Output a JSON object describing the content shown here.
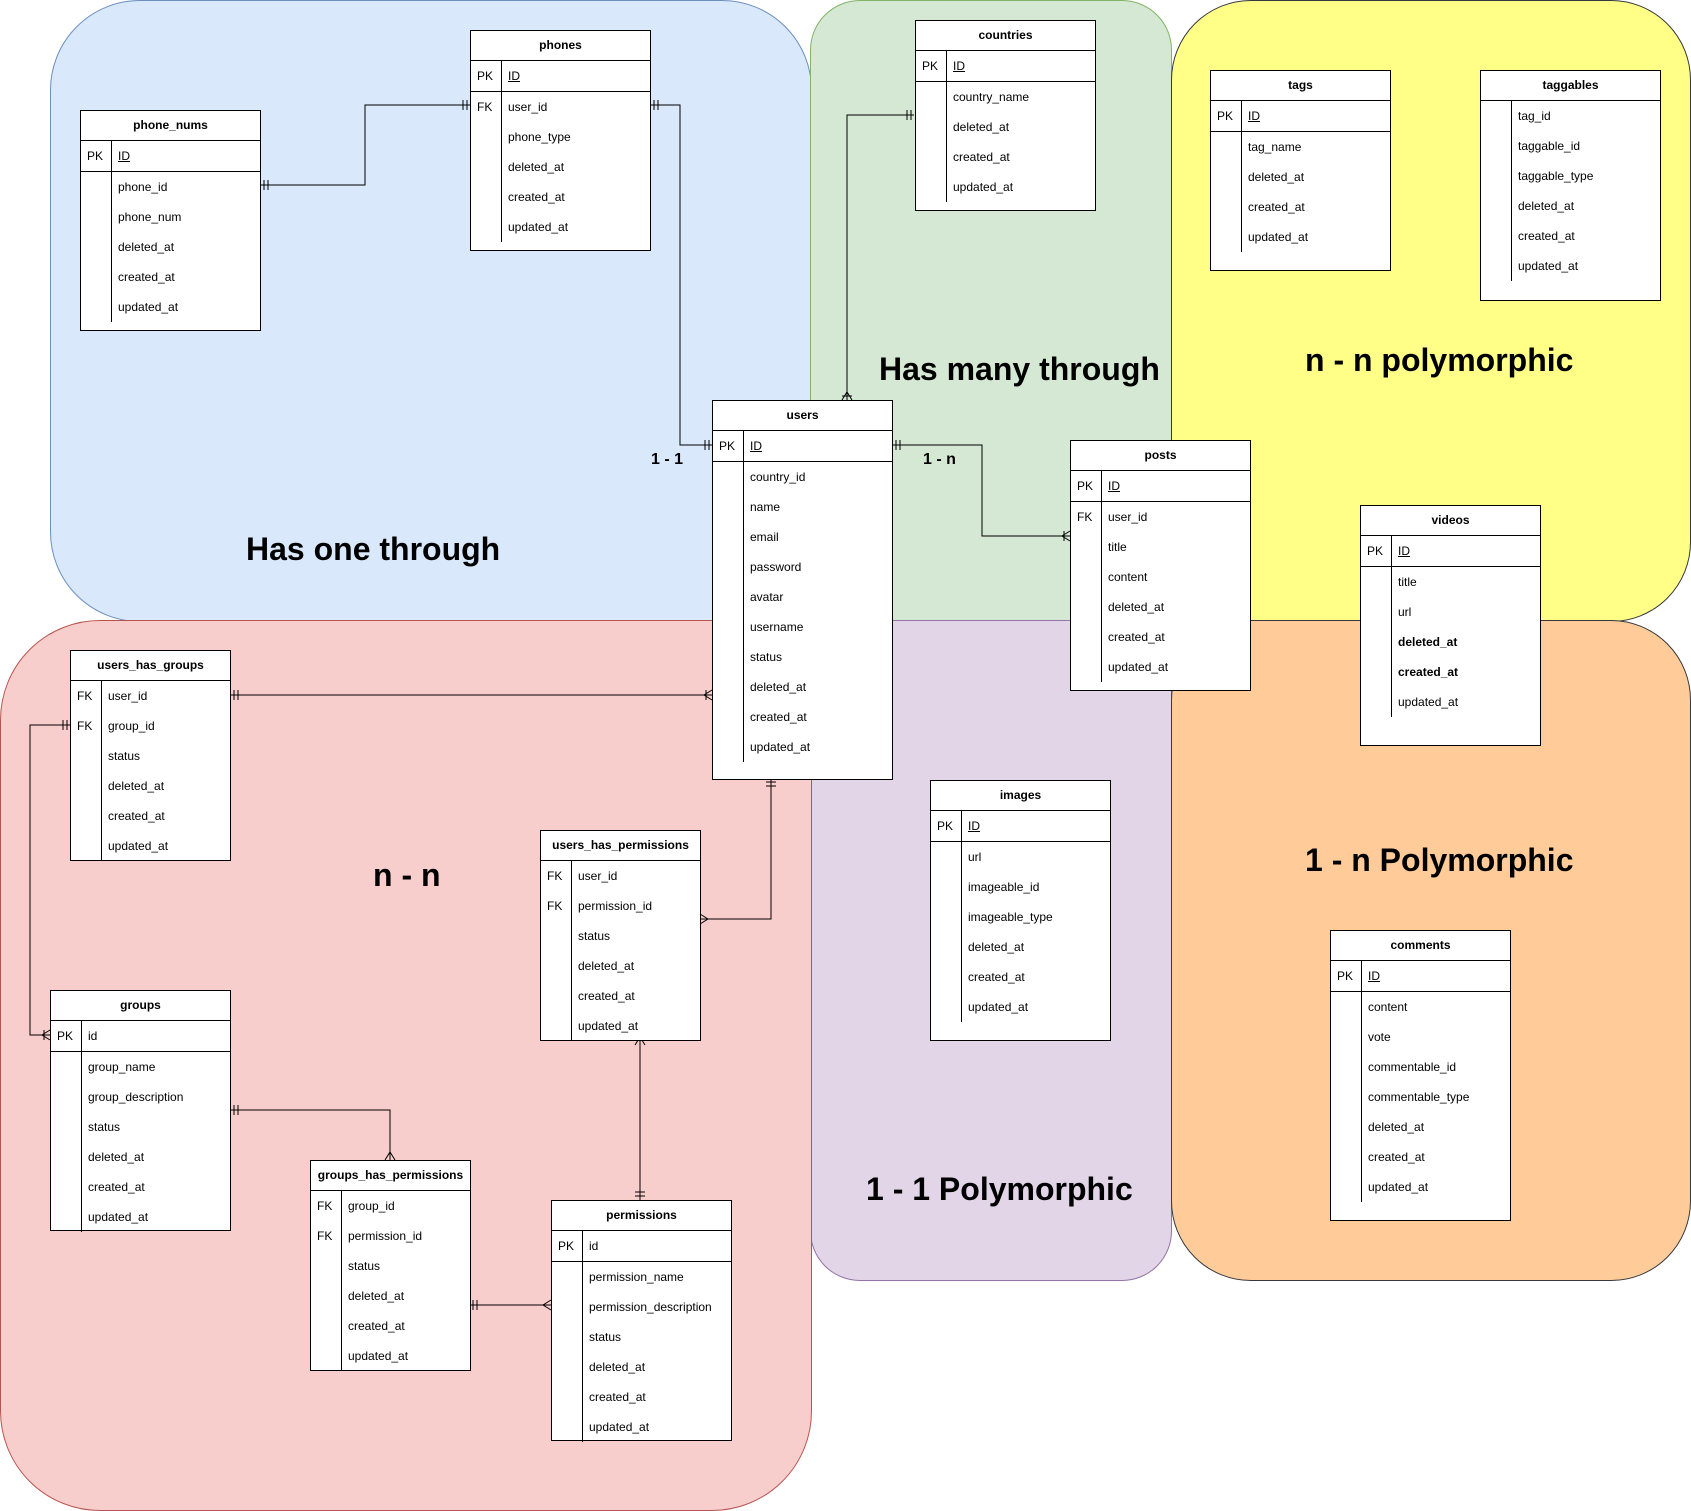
{
  "colors": {
    "has_one_through": "#dae8fc",
    "has_one_through_border": "#6c8ebf",
    "has_many_through": "#d5e8d4",
    "has_many_through_border": "#82b366",
    "n_n_polymorphic": "#ffff88",
    "n_n_polymorphic_border": "#36393d",
    "n_n": "#f8cecc",
    "n_n_border": "#b85450",
    "one_one_polymorphic": "#e1d5e7",
    "one_one_polymorphic_border": "#9673a6",
    "one_n_polymorphic": "#ffcc99",
    "one_n_polymorphic_border": "#36393d"
  },
  "regions": {
    "has_one_through": "Has one through",
    "has_many_through": "Has many through",
    "n_n_polymorphic": "n - n polymorphic",
    "n_n": "n - n",
    "one_one_polymorphic": "1 - 1 Polymorphic",
    "one_n_polymorphic": "1 - n Polymorphic"
  },
  "relations": {
    "one_one": "1 - 1",
    "one_n": "1 - n"
  },
  "tables": {
    "phone_nums": {
      "title": "phone_nums",
      "rows": [
        {
          "key": "PK",
          "name": "ID",
          "pk": true
        },
        {
          "key": "",
          "name": "phone_id"
        },
        {
          "key": "",
          "name": "phone_num"
        },
        {
          "key": "",
          "name": "deleted_at"
        },
        {
          "key": "",
          "name": "created_at"
        },
        {
          "key": "",
          "name": "updated_at"
        }
      ]
    },
    "phones": {
      "title": "phones",
      "rows": [
        {
          "key": "PK",
          "name": "ID",
          "pk": true
        },
        {
          "key": "FK",
          "name": "user_id"
        },
        {
          "key": "",
          "name": "phone_type"
        },
        {
          "key": "",
          "name": "deleted_at"
        },
        {
          "key": "",
          "name": "created_at"
        },
        {
          "key": "",
          "name": "updated_at"
        }
      ]
    },
    "countries": {
      "title": "countries",
      "rows": [
        {
          "key": "PK",
          "name": "ID",
          "pk": true
        },
        {
          "key": "",
          "name": "country_name"
        },
        {
          "key": "",
          "name": "deleted_at"
        },
        {
          "key": "",
          "name": "created_at"
        },
        {
          "key": "",
          "name": "updated_at"
        }
      ]
    },
    "tags": {
      "title": "tags",
      "rows": [
        {
          "key": "PK",
          "name": "ID",
          "pk": true
        },
        {
          "key": "",
          "name": "tag_name"
        },
        {
          "key": "",
          "name": "deleted_at"
        },
        {
          "key": "",
          "name": "created_at"
        },
        {
          "key": "",
          "name": "updated_at"
        }
      ]
    },
    "taggables": {
      "title": "taggables",
      "rows": [
        {
          "key": "",
          "name": "tag_id"
        },
        {
          "key": "",
          "name": "taggable_id"
        },
        {
          "key": "",
          "name": "taggable_type"
        },
        {
          "key": "",
          "name": "deleted_at"
        },
        {
          "key": "",
          "name": "created_at"
        },
        {
          "key": "",
          "name": "updated_at"
        }
      ]
    },
    "users": {
      "title": "users",
      "rows": [
        {
          "key": "PK",
          "name": "ID",
          "pk": true
        },
        {
          "key": "",
          "name": "country_id"
        },
        {
          "key": "",
          "name": "name"
        },
        {
          "key": "",
          "name": "email"
        },
        {
          "key": "",
          "name": "password"
        },
        {
          "key": "",
          "name": "avatar"
        },
        {
          "key": "",
          "name": "username"
        },
        {
          "key": "",
          "name": "status"
        },
        {
          "key": "",
          "name": "deleted_at"
        },
        {
          "key": "",
          "name": "created_at"
        },
        {
          "key": "",
          "name": "updated_at"
        }
      ]
    },
    "posts": {
      "title": "posts",
      "rows": [
        {
          "key": "PK",
          "name": "ID",
          "pk": true
        },
        {
          "key": "FK",
          "name": "user_id"
        },
        {
          "key": "",
          "name": "title"
        },
        {
          "key": "",
          "name": "content"
        },
        {
          "key": "",
          "name": "deleted_at"
        },
        {
          "key": "",
          "name": "created_at"
        },
        {
          "key": "",
          "name": "updated_at"
        }
      ]
    },
    "videos": {
      "title": "videos",
      "rows": [
        {
          "key": "PK",
          "name": "ID",
          "pk": true
        },
        {
          "key": "",
          "name": "title"
        },
        {
          "key": "",
          "name": "url"
        },
        {
          "key": "",
          "name": "deleted_at",
          "bold": true
        },
        {
          "key": "",
          "name": "created_at",
          "bold": true
        },
        {
          "key": "",
          "name": "updated_at"
        }
      ]
    },
    "users_has_groups": {
      "title": "users_has_groups",
      "rows": [
        {
          "key": "FK",
          "name": "user_id"
        },
        {
          "key": "FK",
          "name": "group_id"
        },
        {
          "key": "",
          "name": "status"
        },
        {
          "key": "",
          "name": "deleted_at"
        },
        {
          "key": "",
          "name": "created_at"
        },
        {
          "key": "",
          "name": "updated_at"
        }
      ]
    },
    "users_has_permissions": {
      "title": "users_has_permissions",
      "rows": [
        {
          "key": "FK",
          "name": "user_id"
        },
        {
          "key": "FK",
          "name": "permission_id"
        },
        {
          "key": "",
          "name": "status"
        },
        {
          "key": "",
          "name": "deleted_at"
        },
        {
          "key": "",
          "name": "created_at"
        },
        {
          "key": "",
          "name": "updated_at"
        }
      ]
    },
    "images": {
      "title": "images",
      "rows": [
        {
          "key": "PK",
          "name": "ID",
          "pk": true
        },
        {
          "key": "",
          "name": "url"
        },
        {
          "key": "",
          "name": "imageable_id"
        },
        {
          "key": "",
          "name": "imageable_type"
        },
        {
          "key": "",
          "name": "deleted_at"
        },
        {
          "key": "",
          "name": "created_at"
        },
        {
          "key": "",
          "name": "updated_at"
        }
      ]
    },
    "comments": {
      "title": "comments",
      "rows": [
        {
          "key": "PK",
          "name": "ID",
          "pk": true
        },
        {
          "key": "",
          "name": "content"
        },
        {
          "key": "",
          "name": "vote"
        },
        {
          "key": "",
          "name": "commentable_id"
        },
        {
          "key": "",
          "name": "commentable_type"
        },
        {
          "key": "",
          "name": "deleted_at"
        },
        {
          "key": "",
          "name": "created_at"
        },
        {
          "key": "",
          "name": "updated_at"
        }
      ]
    },
    "groups": {
      "title": "groups",
      "rows": [
        {
          "key": "PK",
          "name": "id"
        },
        {
          "key": "",
          "name": "group_name"
        },
        {
          "key": "",
          "name": "group_description"
        },
        {
          "key": "",
          "name": "status"
        },
        {
          "key": "",
          "name": "deleted_at"
        },
        {
          "key": "",
          "name": "created_at"
        },
        {
          "key": "",
          "name": "updated_at"
        }
      ]
    },
    "groups_has_permissions": {
      "title": "groups_has_permissions",
      "rows": [
        {
          "key": "FK",
          "name": "group_id"
        },
        {
          "key": "FK",
          "name": "permission_id"
        },
        {
          "key": "",
          "name": "status"
        },
        {
          "key": "",
          "name": "deleted_at"
        },
        {
          "key": "",
          "name": "created_at"
        },
        {
          "key": "",
          "name": "updated_at"
        }
      ]
    },
    "permissions": {
      "title": "permissions",
      "rows": [
        {
          "key": "PK",
          "name": "id"
        },
        {
          "key": "",
          "name": "permission_name"
        },
        {
          "key": "",
          "name": "permission_description"
        },
        {
          "key": "",
          "name": "status"
        },
        {
          "key": "",
          "name": "deleted_at"
        },
        {
          "key": "",
          "name": "created_at"
        },
        {
          "key": "",
          "name": "updated_at"
        }
      ]
    }
  }
}
